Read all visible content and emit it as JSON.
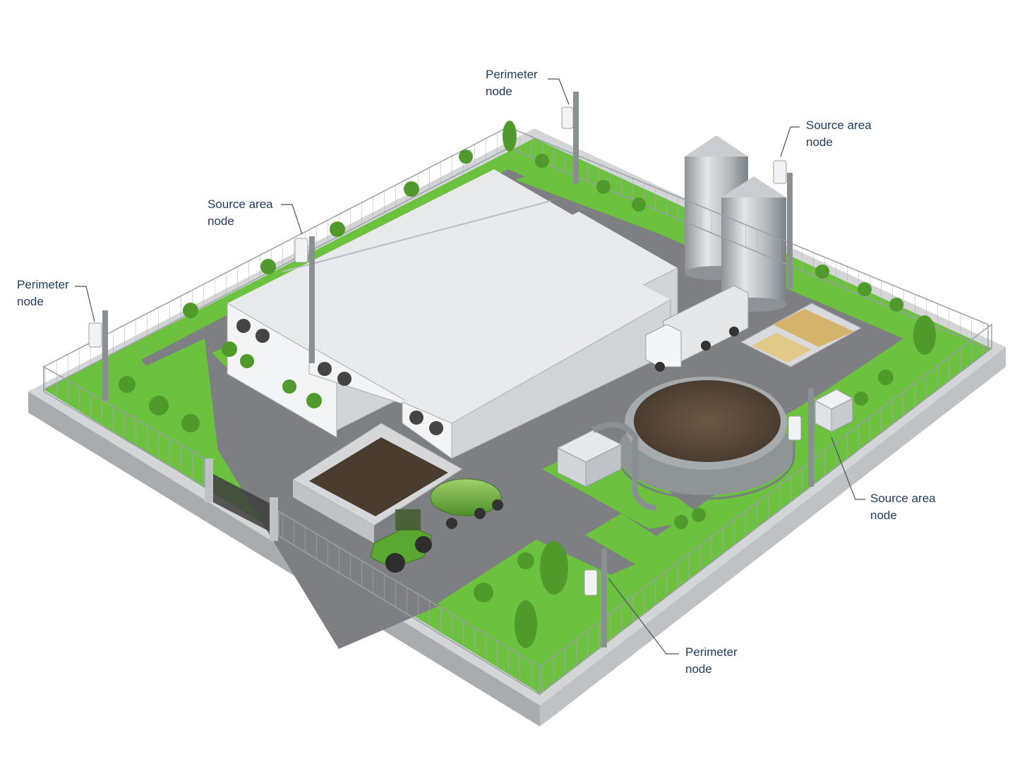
{
  "palette": {
    "grass": "#6cc13e",
    "grass_dark": "#4f9a2b",
    "asphalt": "#7d7f82",
    "concrete": "#c9cbcd",
    "roof": "#d9dbdd",
    "label_text": "#1f3a5c",
    "tractor": "#5aa832",
    "slurry": "#5a4a3a",
    "silo": "#b8bcc0"
  },
  "callouts": [
    {
      "id": "perimeter-node-top",
      "line1": "Perimeter",
      "line2": "node"
    },
    {
      "id": "source-area-node-silo",
      "line1": "Source area",
      "line2": "node"
    },
    {
      "id": "source-area-node-barn",
      "line1": "Source area",
      "line2": "node"
    },
    {
      "id": "perimeter-node-left",
      "line1": "Perimeter",
      "line2": "node"
    },
    {
      "id": "source-area-node-lagoon",
      "line1": "Source area",
      "line2": "node"
    },
    {
      "id": "perimeter-node-bottom",
      "line1": "Perimeter",
      "line2": "node"
    }
  ],
  "icons": [
    "sensor-node-icon",
    "silo-icon",
    "barn-icon",
    "truck-icon",
    "tractor-icon",
    "tanker-icon",
    "lagoon-icon",
    "tree-icon",
    "fence-icon",
    "gate-icon"
  ]
}
